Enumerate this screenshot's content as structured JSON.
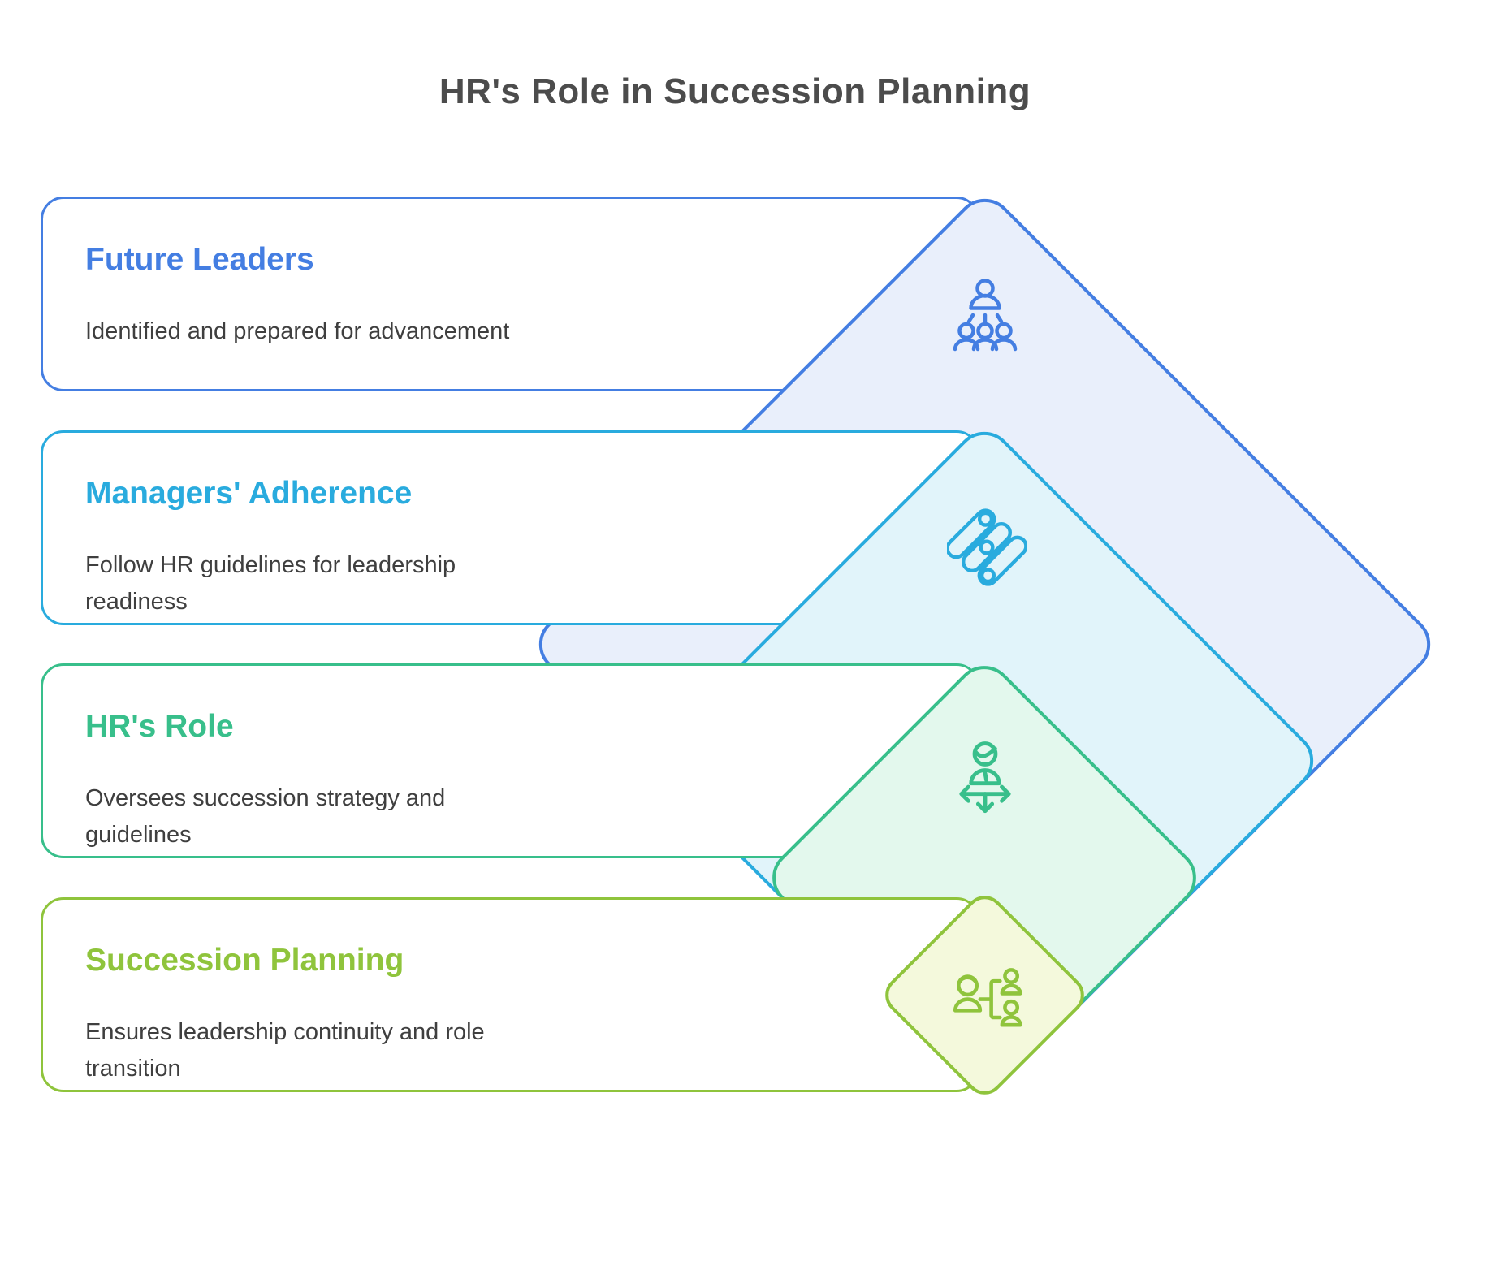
{
  "title": "HR's Role in Succession Planning",
  "layers": [
    {
      "name": "future-leaders",
      "title": "Future Leaders",
      "description": "Identified and prepared for advancement",
      "accent": "#447ee2",
      "fill": "#e9effb",
      "icon": "leader-team-icon"
    },
    {
      "name": "managers-adherence",
      "title": "Managers' Adherence",
      "description": "Follow HR guidelines for leadership readiness",
      "accent": "#29abde",
      "fill": "#e1f4fa",
      "icon": "process-steps-icon"
    },
    {
      "name": "hrs-role",
      "title": "HR's Role",
      "description": "Oversees succession strategy and guidelines",
      "accent": "#38bf8b",
      "fill": "#e3f8ed",
      "icon": "person-direction-icon"
    },
    {
      "name": "succession-planning",
      "title": "Succession Planning",
      "description": "Ensures leadership continuity and role transition",
      "accent": "#8fc43c",
      "fill": "#f4f9dc",
      "icon": "org-chart-icon"
    }
  ]
}
